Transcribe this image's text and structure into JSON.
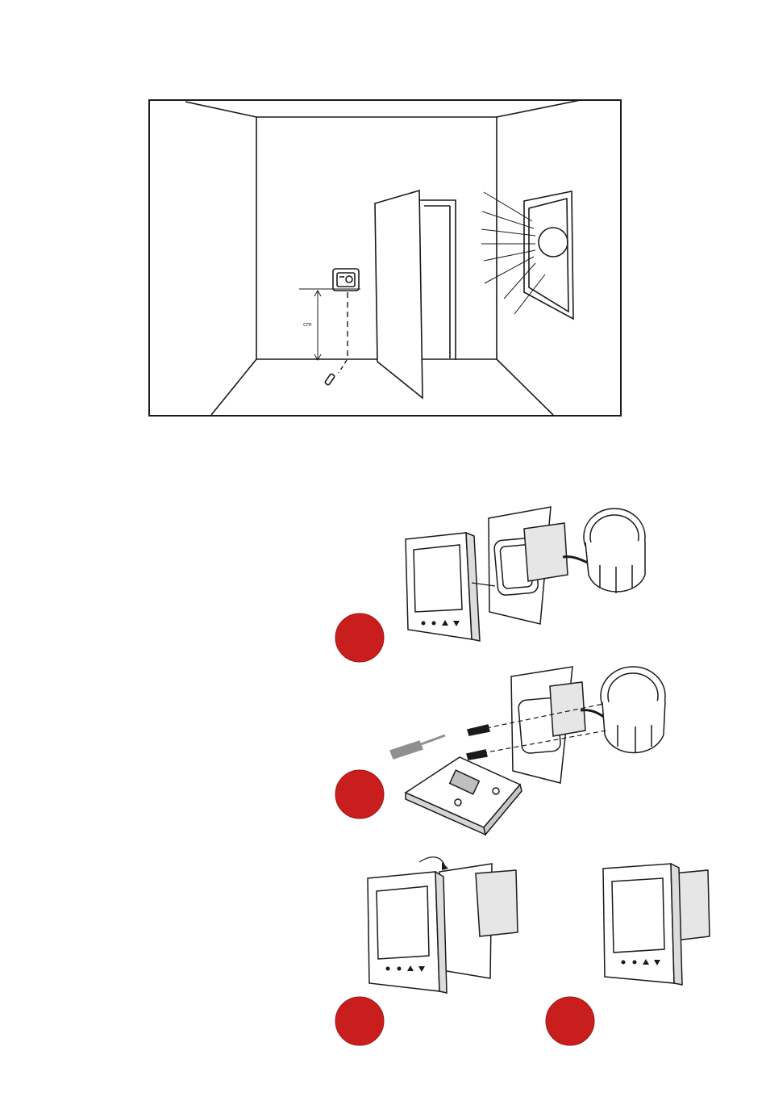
{
  "room": {
    "height_label": "cm"
  },
  "colors": {
    "line": "#1a1a1a",
    "step_marker": "#c81e1e",
    "part_gray": "#8a8a8a",
    "screwdriver": "#8f8f8f"
  },
  "steps": [
    {
      "name": "step-1",
      "label": ""
    },
    {
      "name": "step-2",
      "label": ""
    },
    {
      "name": "step-3",
      "label": ""
    },
    {
      "name": "step-4",
      "label": ""
    }
  ]
}
